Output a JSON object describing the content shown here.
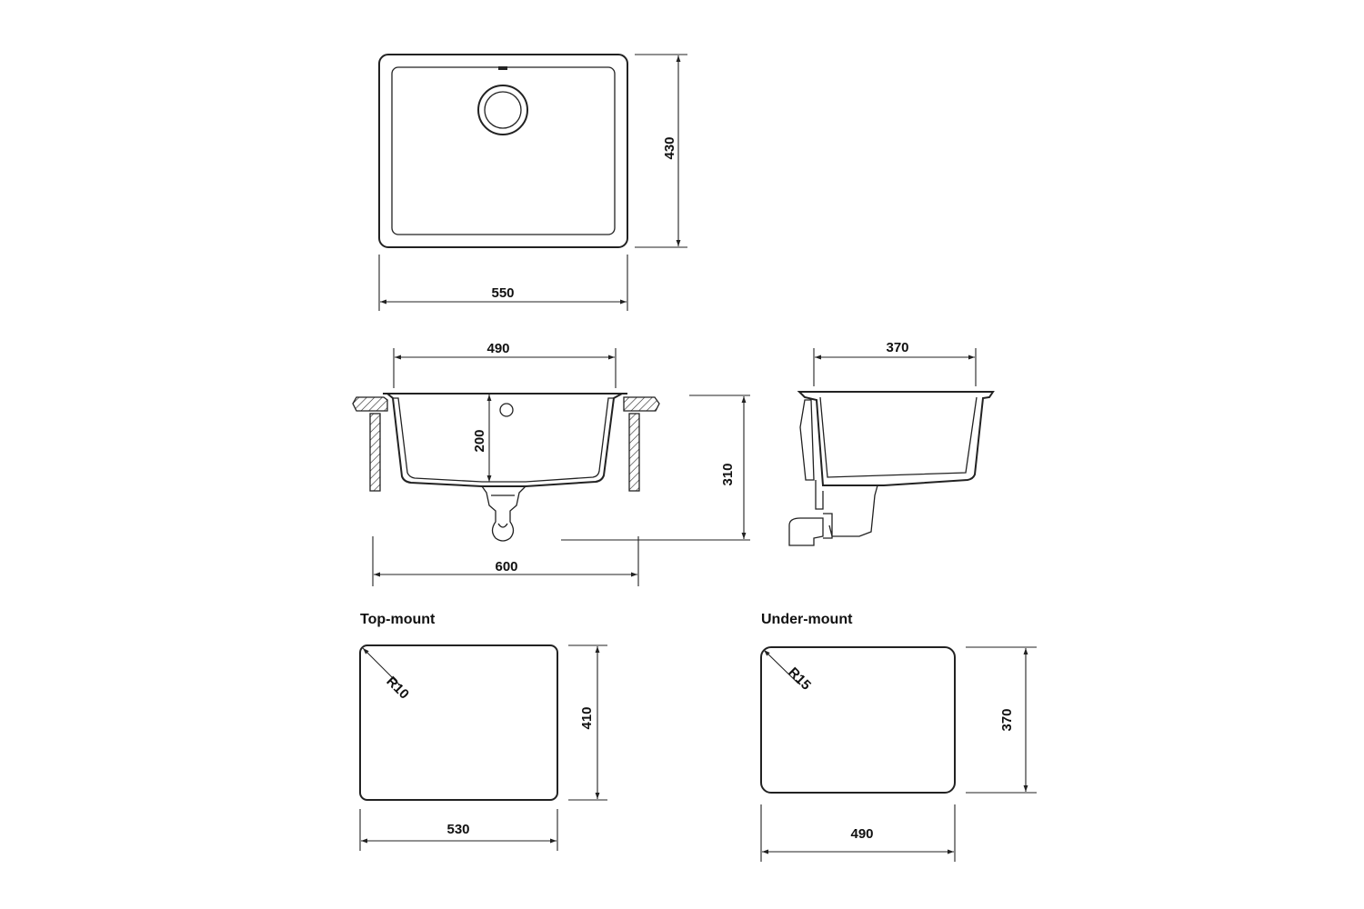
{
  "top_view": {
    "width_label": "550",
    "depth_label": "430"
  },
  "front_view": {
    "inner_width_label": "490",
    "bowl_depth_label": "200",
    "total_height_label": "310",
    "overall_width_label": "600"
  },
  "side_view": {
    "inner_depth_label": "370"
  },
  "top_mount": {
    "title": "Top-mount",
    "radius_label": "R10",
    "height_label": "410",
    "width_label": "530"
  },
  "under_mount": {
    "title": "Under-mount",
    "radius_label": "R15",
    "height_label": "370",
    "width_label": "490"
  },
  "colors": {
    "line": "#222222",
    "background": "#ffffff"
  }
}
